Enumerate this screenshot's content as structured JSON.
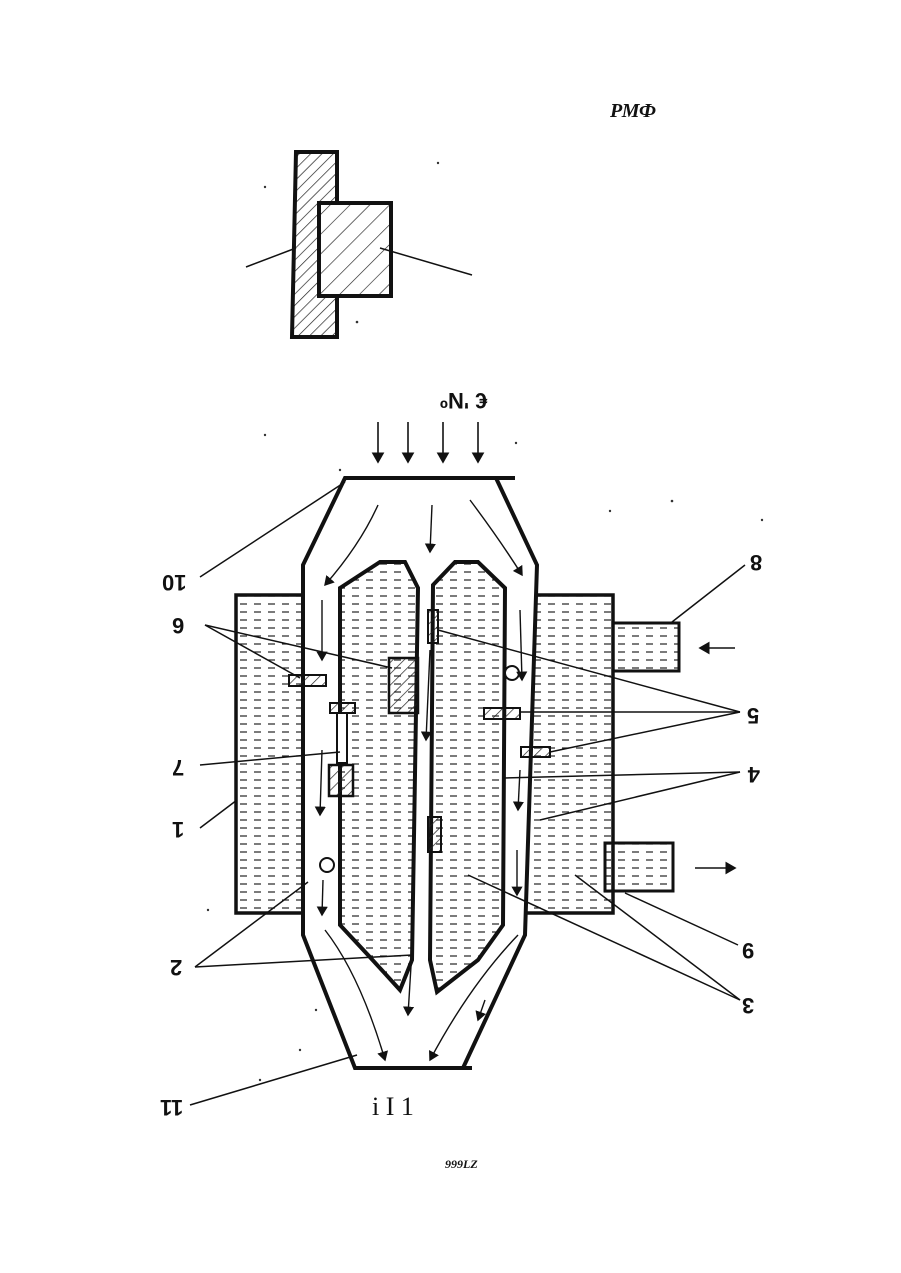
{
  "header": {
    "corner_text": "РМФ"
  },
  "footer": {
    "code_text": "999LZ"
  },
  "diagram": {
    "inlet_label": "€ 'Nº",
    "outlet_label": "i I 1",
    "callouts": {
      "c1": "1",
      "c2": "2",
      "c3": "3",
      "c4": "4",
      "c5": "5",
      "c6": "6",
      "c7": "7",
      "c8": "8",
      "c9": "9",
      "c10": "10",
      "c11": "11"
    }
  },
  "colors": {
    "ink": "#111111",
    "paper": "#ffffff"
  }
}
